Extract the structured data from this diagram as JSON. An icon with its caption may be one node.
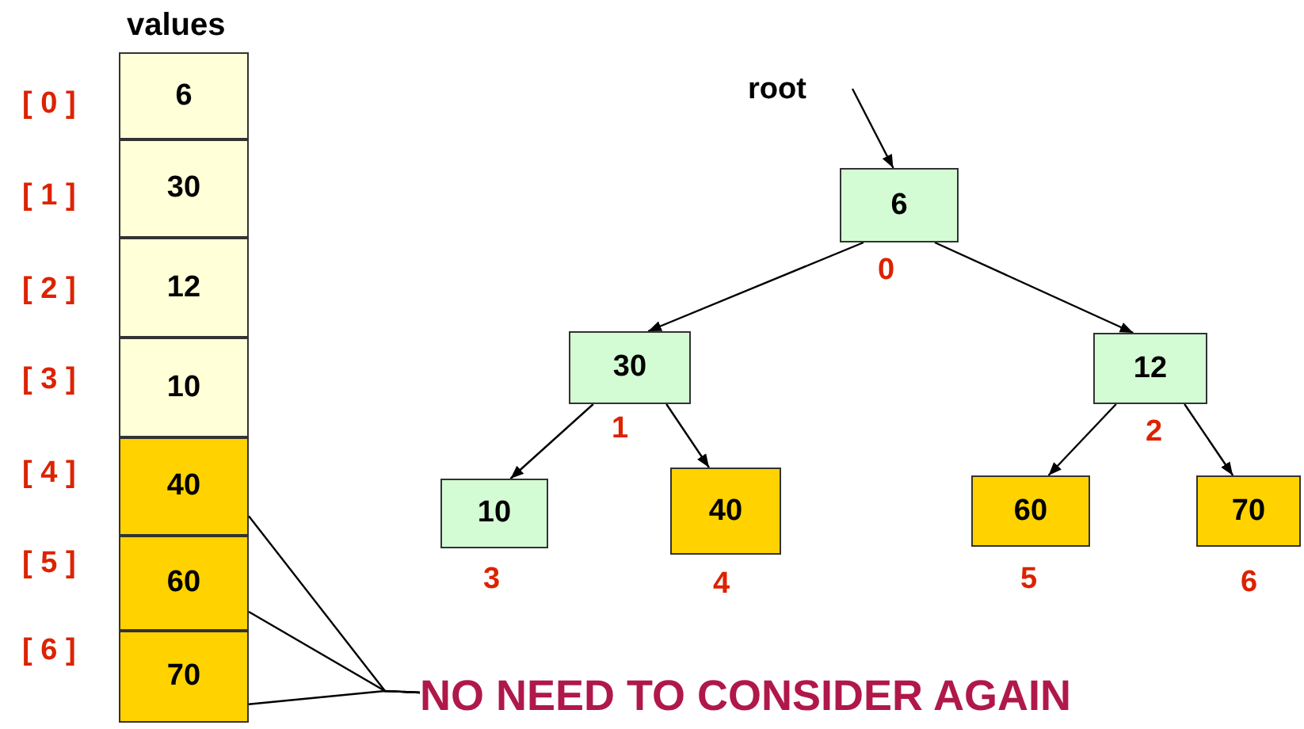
{
  "diagram": {
    "nodes": [
      {
        "text": [
          "values"
        ]
      },
      {
        "text": [
          "6"
        ],
        "in": 0,
        "beside": [
          "[ 0 ]"
        ]
      },
      {
        "text": [
          "30"
        ],
        "in": 0,
        "beside": [
          "[ 1 ]"
        ]
      },
      {
        "text": [
          "12"
        ],
        "in": 0,
        "beside": [
          "[ 2 ]"
        ]
      },
      {
        "text": [
          "10"
        ],
        "in": 0,
        "beside": [
          "[ 3 ]"
        ]
      },
      {
        "text": [
          "40"
        ],
        "in": 0,
        "beside": [
          "[ 4 ]"
        ]
      },
      {
        "text": [
          "60"
        ],
        "in": 0,
        "beside": [
          "[ 5 ]"
        ]
      },
      {
        "text": [
          "70"
        ],
        "in": 0,
        "beside": [
          "[ 6 ]"
        ]
      },
      {
        "text": [
          "root"
        ]
      },
      {
        "text": [
          "6"
        ],
        "beside": [
          "0"
        ]
      },
      {
        "text": [
          "30"
        ],
        "beside": [
          "1"
        ]
      },
      {
        "text": [
          "12"
        ],
        "beside": [
          "2"
        ]
      },
      {
        "text": [
          "10"
        ],
        "beside": [
          "3"
        ]
      },
      {
        "text": [
          "40"
        ],
        "beside": [
          "4"
        ]
      },
      {
        "text": [
          "60"
        ],
        "beside": [
          "5"
        ]
      },
      {
        "text": [
          "70"
        ],
        "beside": [
          "6"
        ]
      },
      {
        "text": [
          "NO NEED TO CONSIDER AGAIN"
        ]
      }
    ],
    "edges": [
      {
        "from": 8,
        "to": 9,
        "arrow": "to"
      },
      {
        "from": 9,
        "to": 10,
        "arrow": "to"
      },
      {
        "from": 9,
        "to": 11,
        "arrow": "to"
      },
      {
        "from": 10,
        "to": 12,
        "arrow": "to"
      },
      {
        "from": 10,
        "to": 13,
        "arrow": "to"
      },
      {
        "from": 11,
        "to": 14,
        "arrow": "to"
      },
      {
        "from": 11,
        "to": 15,
        "arrow": "to"
      },
      {
        "from": 16,
        "to": 5,
        "arrow": "none"
      },
      {
        "from": 16,
        "to": 6,
        "arrow": "none"
      },
      {
        "from": 16,
        "to": 7,
        "arrow": "none"
      }
    ]
  }
}
